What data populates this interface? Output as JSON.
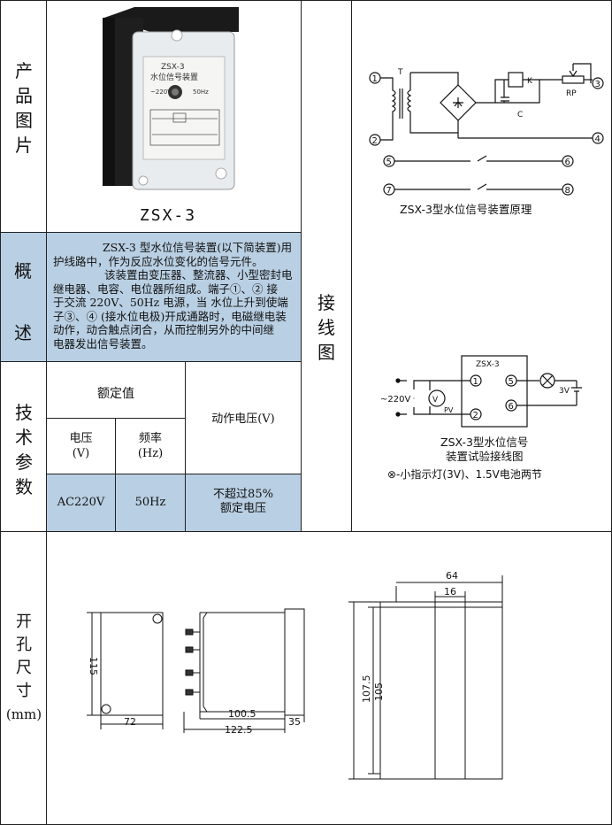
{
  "sections": {
    "product_image": {
      "label": [
        "产",
        "品",
        "图",
        "片"
      ],
      "model": "ZSX-3"
    },
    "overview": {
      "label": [
        "概",
        "述"
      ],
      "lines": [
        "ZSX-3 型水位信号装置(以下简装置)用",
        "护线路中，作为反应水位变化的信号元件。",
        "该装置由变压器、整流器、小型密封电",
        "继电器、电容、电位器所组成。端子①、②  接",
        "于交流 220V、50Hz  电源，当 水位上升到使端",
        "子③、④ (接水位电极)开成通路时，电磁继电装",
        "动作，动合触点闭合，从而控制另外的中间继",
        "电器发出信号装置。"
      ]
    },
    "tech_params": {
      "label": [
        "技",
        "术",
        "参",
        "数"
      ],
      "rated_header": "额定值",
      "voltage_header": [
        "电压",
        "(V)"
      ],
      "freq_header": [
        "频率",
        "(Hz)"
      ],
      "action_header": "动作电压(V)",
      "voltage_value": "AC220V",
      "freq_value": "50Hz",
      "action_value": [
        "不超过85%",
        "额定电压"
      ]
    },
    "wiring": {
      "label": [
        "接",
        "线",
        "图"
      ],
      "principle_caption": "ZSX-3型水位信号装置原理",
      "test_caption": [
        "ZSX-3型水位信号",
        "装置试验接线图"
      ],
      "legend": "⊗-小指示灯(3V)、1.5V电池两节",
      "box_title": "ZSX-3",
      "supply_label": "~220V",
      "pv_label": "PV",
      "batt_label": "3V",
      "component_labels": {
        "T": "T",
        "K": "K",
        "C": "C",
        "RP": "RP"
      },
      "terminals": [
        "1",
        "2",
        "3",
        "4",
        "5",
        "6",
        "7",
        "8"
      ]
    },
    "cutout": {
      "label": [
        "开",
        "孔",
        "尺",
        "寸",
        "(mm)"
      ],
      "dims": {
        "h115": "115",
        "w72": "72",
        "d100_5": "100.5",
        "d122_5": "122.5",
        "d35": "35",
        "w64": "64",
        "w16": "16",
        "h107_5": "107.5",
        "h105": "105"
      }
    }
  },
  "device_front": {
    "title": "ZSX-3",
    "subtitle": "水位信号装置",
    "v": "~220V",
    "hz": "50Hz"
  }
}
